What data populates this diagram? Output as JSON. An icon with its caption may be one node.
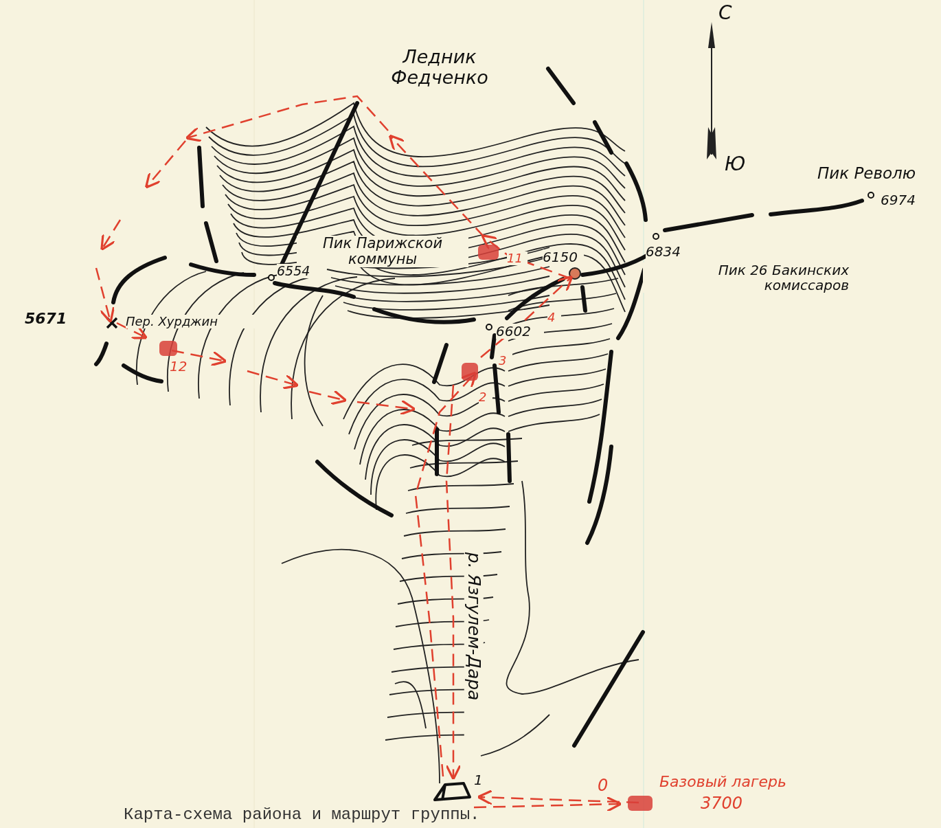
{
  "diagram": {
    "caption": "Карта-схема района и маршрут группы.",
    "labels": [
      "Ледник Федченко",
      "С",
      "Ю",
      "Пик Револю",
      "6974",
      "Пик Парижской коммуны",
      "6554",
      "6150",
      "6834",
      "Пик 26 Бакинских комиссаров",
      "5671",
      "Пер. Хурджин",
      "6602",
      "11",
      "4",
      "3",
      "2",
      "12",
      "р. Язгулем-Дара",
      "1",
      "0",
      "Базовый лагерь",
      "3700"
    ]
  }
}
